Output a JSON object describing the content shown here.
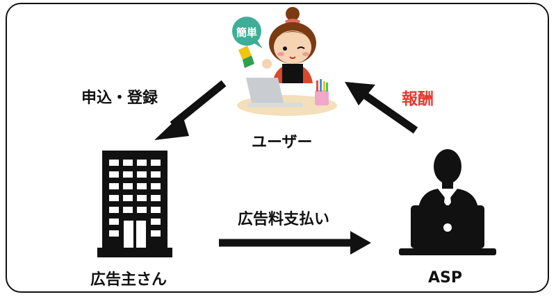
{
  "labels": {
    "apply": "申込・登録",
    "reward": "報酬",
    "user": "ユーザー",
    "ad_payment": "広告料支払い",
    "advertiser": "広告主さん",
    "asp": "ASP"
  },
  "bubble": {
    "text": "簡単"
  },
  "colors": {
    "reward_text": "#e8392f",
    "bubble": "#3fae96",
    "stroke": "#111111",
    "hair": "#7a3b12",
    "shirt": "#d9482b",
    "skin": "#f6d3b3"
  },
  "icons": [
    "user-illustration",
    "office-building-icon",
    "person-at-laptop-icon",
    "beginner-mark-icon",
    "pencil-cup-icon"
  ]
}
